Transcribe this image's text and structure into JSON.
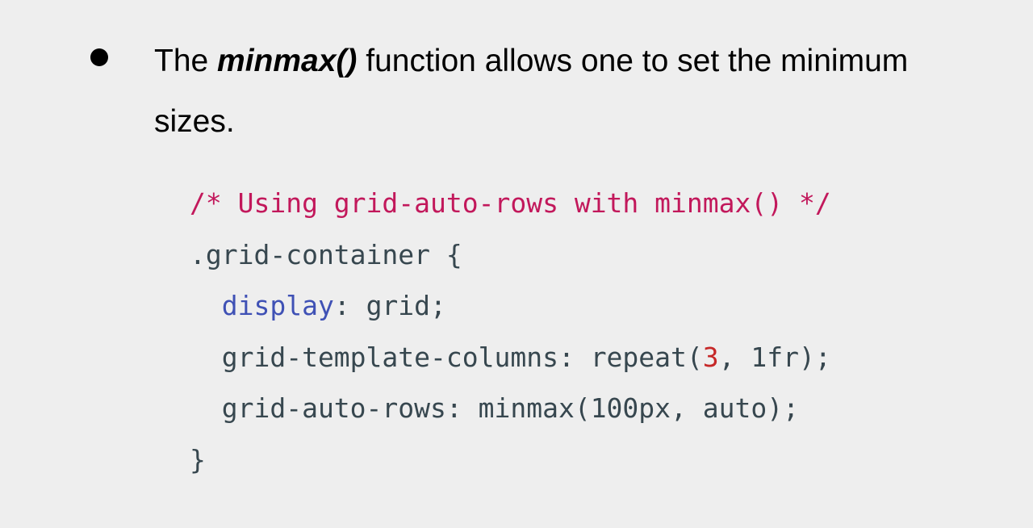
{
  "bullet": {
    "text_before": "The ",
    "emphasis": "minmax()",
    "text_after": " function allows one to set the minimum sizes."
  },
  "code_lines": [
    [
      {
        "t": "/* Using grid-auto-rows with minmax() */",
        "k": "comment"
      }
    ],
    [
      {
        "t": ".grid-container {",
        "k": "plain"
      }
    ],
    [
      {
        "t": "  ",
        "k": "plain"
      },
      {
        "t": "display",
        "k": "prop"
      },
      {
        "t": ": grid;",
        "k": "plain"
      }
    ],
    [
      {
        "t": "  grid-template-columns: repeat(",
        "k": "plain"
      },
      {
        "t": "3",
        "k": "num"
      },
      {
        "t": ", 1fr);",
        "k": "plain"
      }
    ],
    [
      {
        "t": "  grid-auto-rows: minmax(100px, auto);",
        "k": "plain"
      }
    ],
    [
      {
        "t": "}",
        "k": "plain"
      }
    ]
  ],
  "colors": {
    "background": "#eeeeee",
    "comment": "#c2185b",
    "property": "#3f51b5",
    "number": "#c62828",
    "code_text": "#37474f"
  }
}
